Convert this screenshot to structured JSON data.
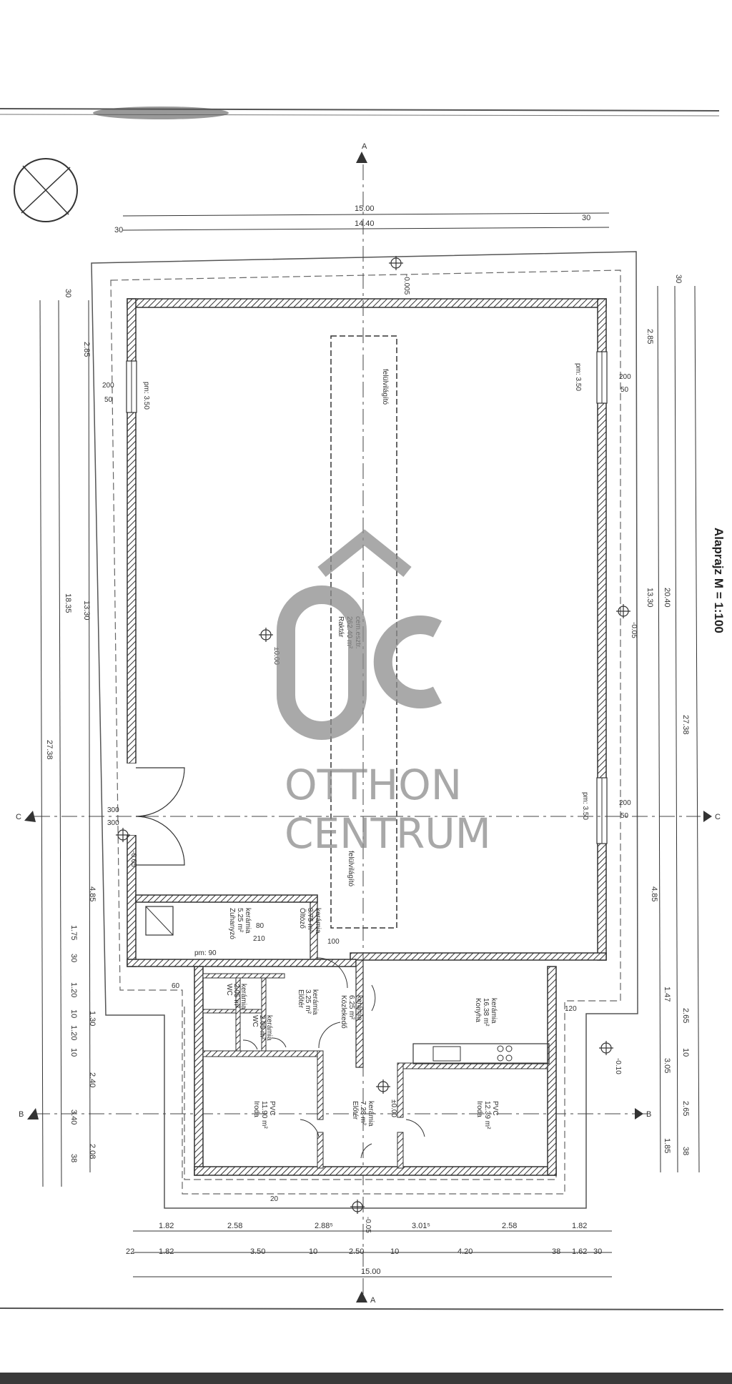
{
  "sheet": {
    "title": "Alaprajz M = 1:100"
  },
  "dimensions": {
    "top_total": "15.00",
    "top_inner": "14.40",
    "top_left_30": "30",
    "top_right_30": "30",
    "left_total": "27.38",
    "left_hall": "18.35",
    "left_inner": "13.30",
    "left_285": "2.85",
    "left_30a": "30",
    "left_485": "4.85",
    "left_175": "1.75",
    "left_30b": "30",
    "left_120": "1.20",
    "left_10": "10",
    "left_120b": "1.20",
    "left_10b": "10",
    "left_240": "2.40",
    "left_340": "3.40",
    "left_38": "38",
    "left_130": "1.30",
    "left_208": "2.08",
    "right_total": "27.38",
    "right_2040": "20.40",
    "right_1330": "13.30",
    "right_285": "2.85",
    "right_30": "30",
    "right_485": "4.85",
    "right_147": "1.47",
    "right_265": "2.65",
    "right_10": "10",
    "right_305": "3.05",
    "right_265b": "2.65",
    "right_185": "1.85",
    "right_38": "38",
    "bottom_r1": [
      "1.82",
      "2.58",
      "2.88⁵",
      "3.01⁵",
      "2.58",
      "1.82"
    ],
    "bottom_r2": [
      "22",
      "1.82",
      "3.50",
      "10",
      "2.50",
      "10",
      "4.20",
      "38",
      "1.62",
      "30"
    ],
    "bottom_total": "15.00"
  },
  "section_markers": {
    "A_top": "A",
    "A_bottom": "A",
    "B_left": "B",
    "B_right": "B",
    "C_left": "C",
    "C_right": "C"
  },
  "levels": {
    "hall_center": "±0.00",
    "top": "-0.005",
    "right": "-0.05",
    "right_lower": "-0.10",
    "door": "-0.05",
    "bottom": "-0.05",
    "corridor": "±0.00"
  },
  "openings": {
    "top_left_w": "200",
    "top_left_h": "50",
    "top_left_pm": "pm: 3.50",
    "top_right_w": "200",
    "top_right_h": "50",
    "top_right_pm": "pm: 3.50",
    "mid_right_w": "200",
    "mid_right_h": "50",
    "mid_right_pm": "pm: 3.50",
    "door_w": "300",
    "door_h": "300",
    "skylight": "felülvilágító",
    "skylight2": "felülvilágító"
  },
  "rooms": {
    "hall": {
      "name": "Raktár",
      "area": "262.40 m²",
      "finish": "cem.esztr."
    },
    "wash": {
      "name": "Zuhanyzó",
      "area": "5.25 m²",
      "finish": "kerámia"
    },
    "closet": {
      "name": "Öltöző",
      "area": "3.75 m²",
      "finish": "kerámia"
    },
    "wc1": {
      "name": "WC",
      "area": "2.05 m²",
      "finish": "kerámia"
    },
    "wc2": {
      "name": "WC",
      "area": "2.05 m²",
      "finish": "kerámia"
    },
    "lobby": {
      "name": "Előtér",
      "area": "3.25 m²",
      "finish": "kerámia"
    },
    "corr": {
      "name": "Közlekedő",
      "area": "6.25 m²",
      "finish": "kerámia"
    },
    "kitchen": {
      "name": "Konyha",
      "area": "16.38 m²",
      "finish": "kerámia"
    },
    "office1": {
      "name": "Iroda",
      "area": "11.90 m²",
      "finish": "PVC"
    },
    "entry": {
      "name": "Előtér",
      "area": "7.28 m²",
      "finish": "kerámia"
    },
    "office2": {
      "name": "Iroda",
      "area": "12.39 m²",
      "finish": "PVC"
    }
  },
  "door_labels": {
    "d80": "80",
    "d210": "210",
    "d100": "100",
    "d90": "pm: 90",
    "d60": "60",
    "d120": "120",
    "d20": "20"
  },
  "watermark": {
    "line1": "OTTHON",
    "line2": "CENTRUM"
  }
}
